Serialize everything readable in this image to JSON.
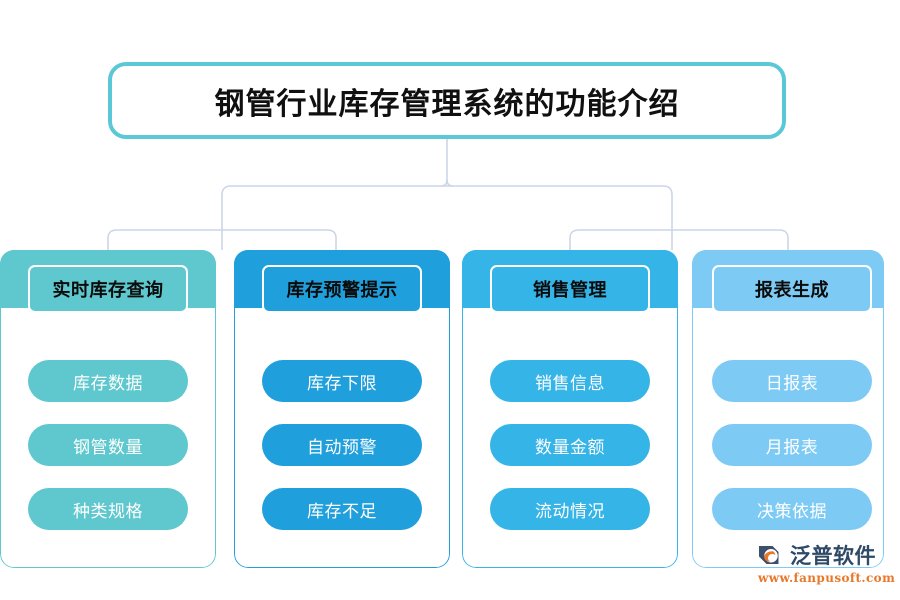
{
  "title": {
    "text": "钢管行业库存管理系统的功能介绍",
    "border_color": "#5ac8d6"
  },
  "columns": [
    {
      "header": "实时库存查询",
      "color": "#5ec8ce",
      "band_color": "#5ec8ce",
      "items": [
        "库存数据",
        "钢管数量",
        "种类规格"
      ]
    },
    {
      "header": "库存预警提示",
      "color": "#1f9fdb",
      "band_color": "#1f9fdb",
      "items": [
        "库存下限",
        "自动预警",
        "库存不足"
      ]
    },
    {
      "header": "销售管理",
      "color": "#35b4e8",
      "band_color": "#35b4e8",
      "items": [
        "销售信息",
        "数量金额",
        "流动情况"
      ]
    },
    {
      "header": "报表生成",
      "color": "#7dcbf5",
      "band_color": "#7dcbf5",
      "items": [
        "日报表",
        "月报表",
        "决策依据"
      ]
    }
  ],
  "connector": {
    "color": "#ccd6e8"
  },
  "logo": {
    "name": "泛普软件",
    "url": "www.fanpusoft.com",
    "mark_color": "#3c4f6b",
    "accent_color": "#e8772a"
  }
}
